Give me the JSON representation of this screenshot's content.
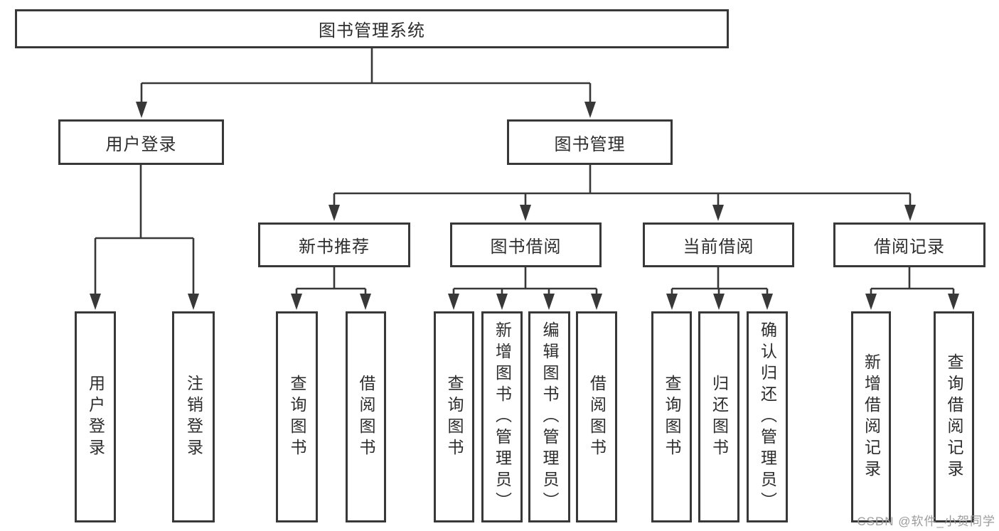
{
  "colors": {
    "background": "#ffffff",
    "line": "#383838",
    "text": "#2d2d2d",
    "watermark": "#9c9c9c"
  },
  "watermark": {
    "text": "CSDN @软件_小贺同学"
  },
  "diagram": {
    "root": {
      "label": "图书管理系统"
    },
    "branches": [
      {
        "label": "用户登录",
        "children": [
          {
            "label": "用户登录"
          },
          {
            "label": "注销登录"
          }
        ]
      },
      {
        "label": "图书管理",
        "children": [
          {
            "label": "新书推荐",
            "children": [
              {
                "label": "查询图书"
              },
              {
                "label": "借阅图书"
              }
            ]
          },
          {
            "label": "图书借阅",
            "children": [
              {
                "label": "查询图书"
              },
              {
                "label": "新增图书（管理员）"
              },
              {
                "label": "编辑图书（管理员）"
              },
              {
                "label": "借阅图书"
              }
            ]
          },
          {
            "label": "当前借阅",
            "children": [
              {
                "label": "查询图书"
              },
              {
                "label": "归还图书"
              },
              {
                "label": "确认归还（管理员）"
              }
            ]
          },
          {
            "label": "借阅记录",
            "children": [
              {
                "label": "新增借阅记录"
              },
              {
                "label": "查询借阅记录"
              }
            ]
          }
        ]
      }
    ]
  }
}
